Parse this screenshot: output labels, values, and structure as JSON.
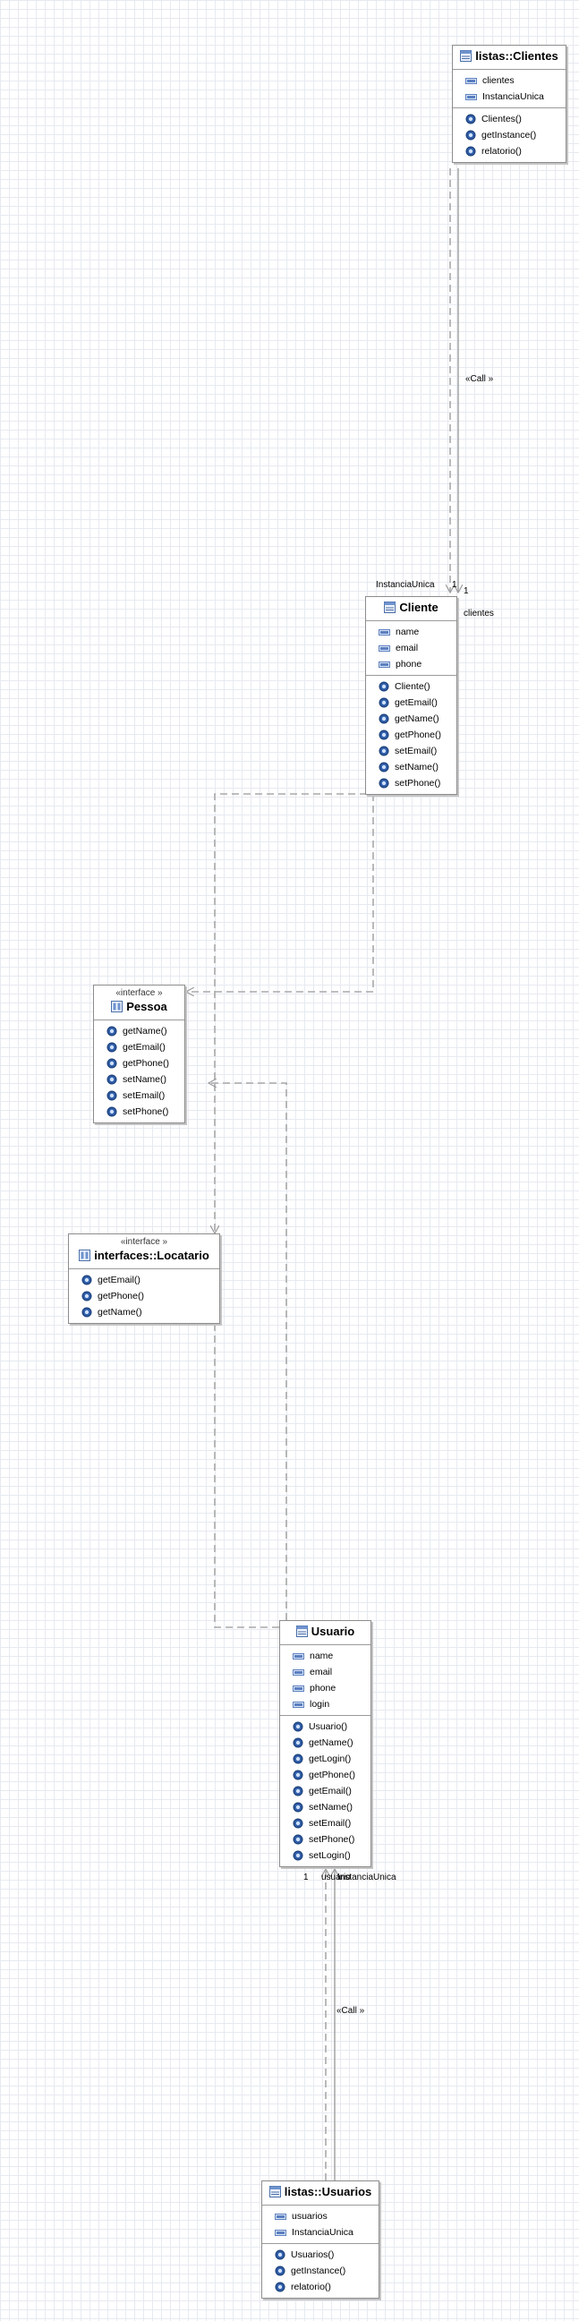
{
  "classes": {
    "listas_clientes": {
      "name": "listas::Clientes",
      "attributes": [
        "clientes",
        "InstanciaUnica"
      ],
      "methods": [
        "Clientes()",
        "getInstance()",
        "relatorio()"
      ]
    },
    "cliente": {
      "name": "Cliente",
      "attributes": [
        "name",
        "email",
        "phone"
      ],
      "methods": [
        "Cliente()",
        "getEmail()",
        "getName()",
        "getPhone()",
        "setEmail()",
        "setName()",
        "setPhone()"
      ]
    },
    "pessoa": {
      "stereotype": "«interface »",
      "name": "Pessoa",
      "methods": [
        "getName()",
        "getEmail()",
        "getPhone()",
        "setName()",
        "setEmail()",
        "setPhone()"
      ]
    },
    "locatario": {
      "stereotype": "«interface »",
      "name": "interfaces::Locatario",
      "methods": [
        "getEmail()",
        "getPhone()",
        "getName()"
      ]
    },
    "usuario": {
      "name": "Usuario",
      "attributes": [
        "name",
        "email",
        "phone",
        "login"
      ],
      "methods": [
        "Usuario()",
        "getName()",
        "getLogin()",
        "getPhone()",
        "getEmail()",
        "setName()",
        "setEmail()",
        "setPhone()",
        "setLogin()"
      ]
    },
    "listas_usuarios": {
      "name": "listas::Usuarios",
      "attributes": [
        "usuarios",
        "InstanciaUnica"
      ],
      "methods": [
        "Usuarios()",
        "getInstance()",
        "relatorio()"
      ]
    }
  },
  "labels": {
    "call_top": "«Call »",
    "instancia_cliente": "InstanciaUnica",
    "mult_one_a": "1",
    "mult_one_b": "1",
    "clientes_role": "clientes",
    "mult_usuario": "1",
    "usuario_role": "usuario",
    "instancia_usuario": "InstanciaUnica",
    "call_bottom": "«Call »"
  },
  "colors": {
    "grid": "#e6eaf0",
    "border": "#8c8c8c",
    "connector": "#a8a8a8",
    "attr_icon": "#5b7fc0",
    "method_icon": "#2f5ea8"
  }
}
